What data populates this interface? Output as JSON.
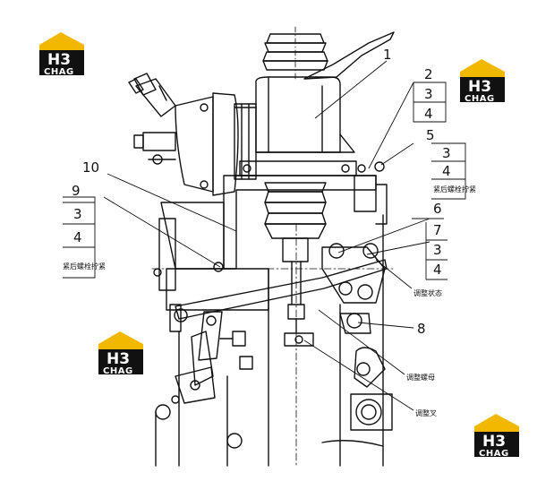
{
  "brand": {
    "logo_mark": "H3",
    "logo_text": "CHAG",
    "accent_color": "#f2b800",
    "dark_color": "#111111"
  },
  "callouts": {
    "c1": "1",
    "c2": "2",
    "c3a": "3",
    "c4a": "4",
    "c5": "5",
    "c3b": "3",
    "c4b": "4",
    "c6": "6",
    "c7": "7",
    "c3c": "3",
    "c4c": "4",
    "c8": "8",
    "c9": "9",
    "c10": "10",
    "c3d": "3",
    "c4d": "4"
  },
  "notes": {
    "n5": "紧后螺栓拧紧",
    "n9": "紧后螺栓拧紧",
    "n7": "调整状态",
    "n8a": "调整螺母",
    "n8b": "调整叉"
  }
}
